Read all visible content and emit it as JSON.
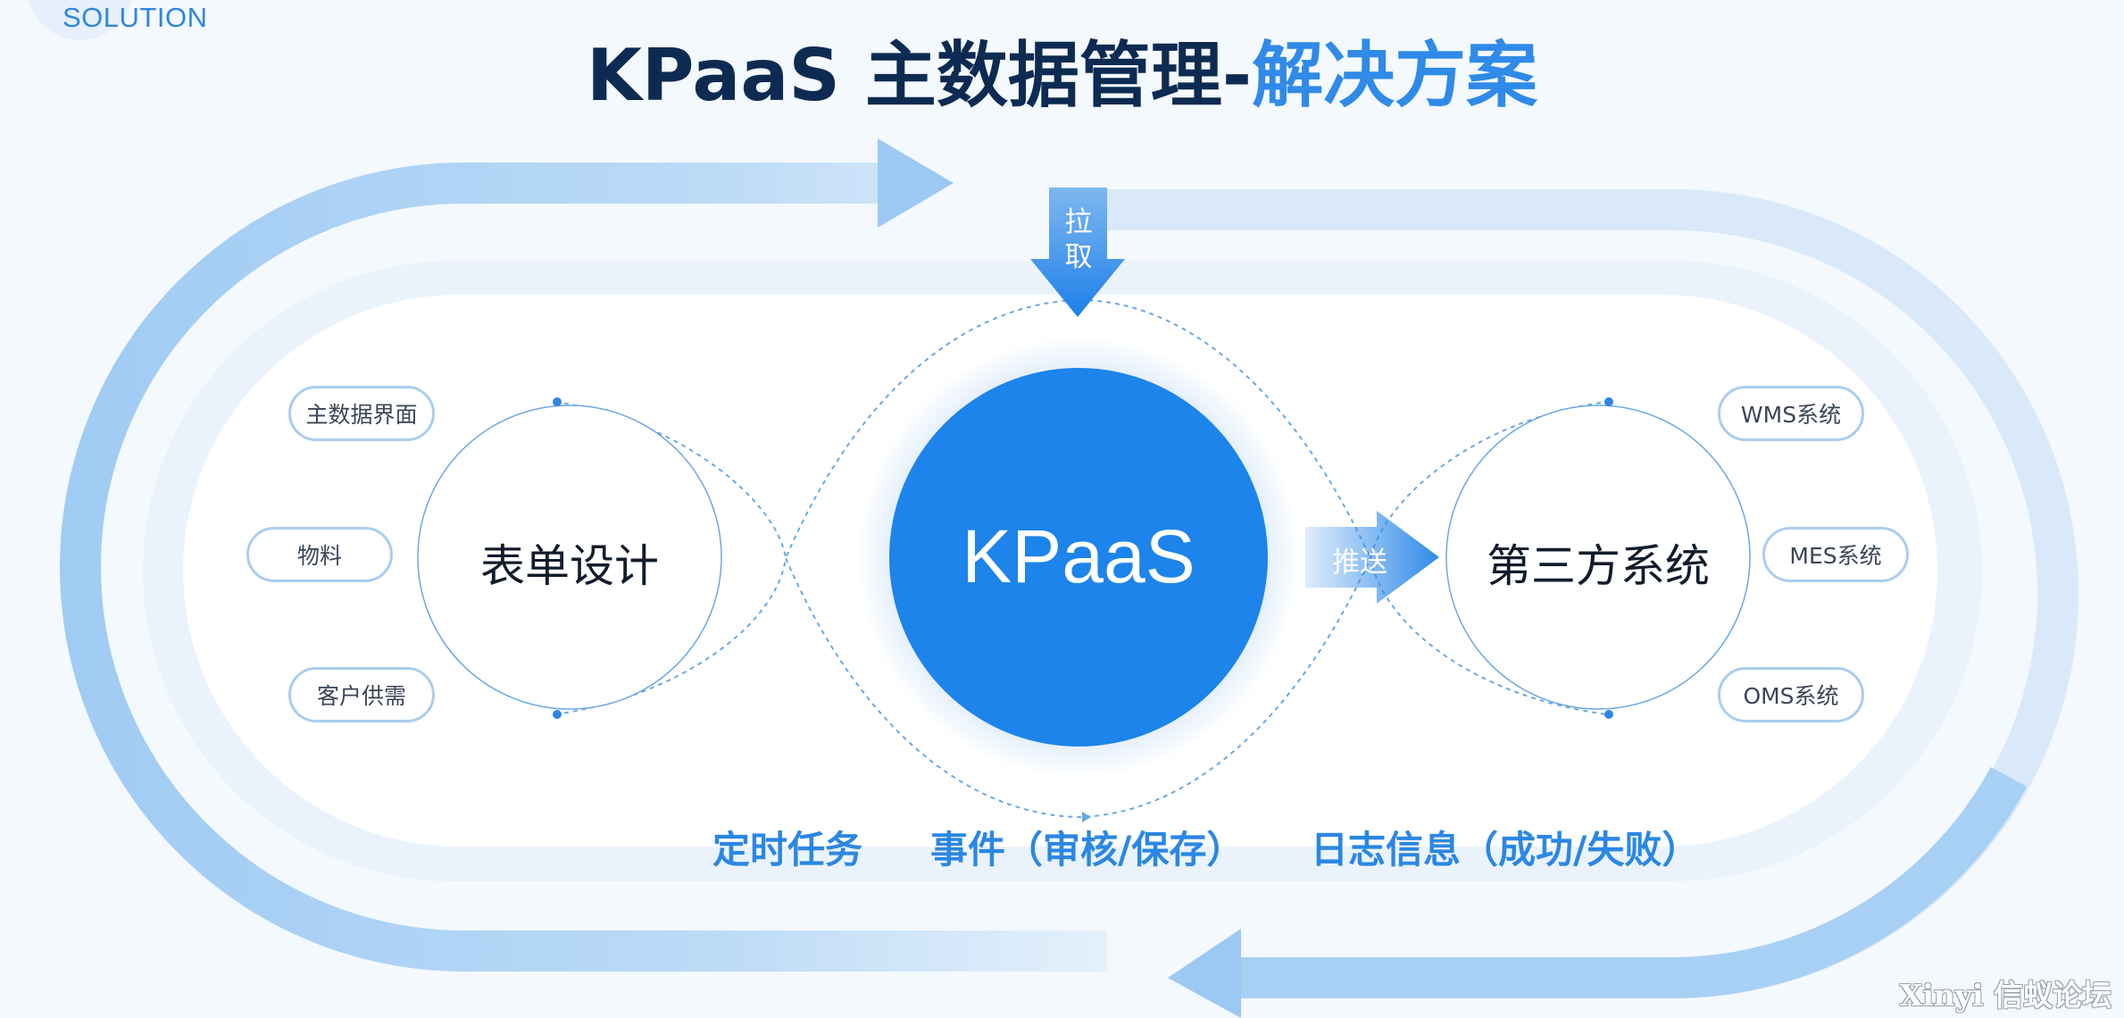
{
  "header": {
    "tag": "SOLUTION",
    "title_main": "KPaaS 主数据管理-",
    "title_highlight": "解决方案"
  },
  "left_node": {
    "label": "表单设计",
    "items": [
      "主数据界面",
      "物料",
      "客户供需"
    ]
  },
  "core_node": {
    "label": "KPaaS"
  },
  "right_node": {
    "label": "第三方系统",
    "items": [
      "WMS系统",
      "MES系统",
      "OMS系统"
    ]
  },
  "arrows": {
    "pull": "拉取",
    "push": "推送"
  },
  "bottom_labels": [
    "定时任务",
    "事件（审核/保存）",
    "日志信息（成功/失败）"
  ],
  "watermark": "Xinyi 信蚁论坛",
  "colors": {
    "title": "#0d2b52",
    "highlight": "#2f8ae8",
    "core": "#1c84ea",
    "arrow": "#9cc9f3",
    "pill_border": "#a9cdef"
  },
  "icons": [
    "pull-arrow-icon",
    "push-arrow-icon",
    "loop-arrow-top-icon",
    "loop-arrow-bottom-icon"
  ]
}
